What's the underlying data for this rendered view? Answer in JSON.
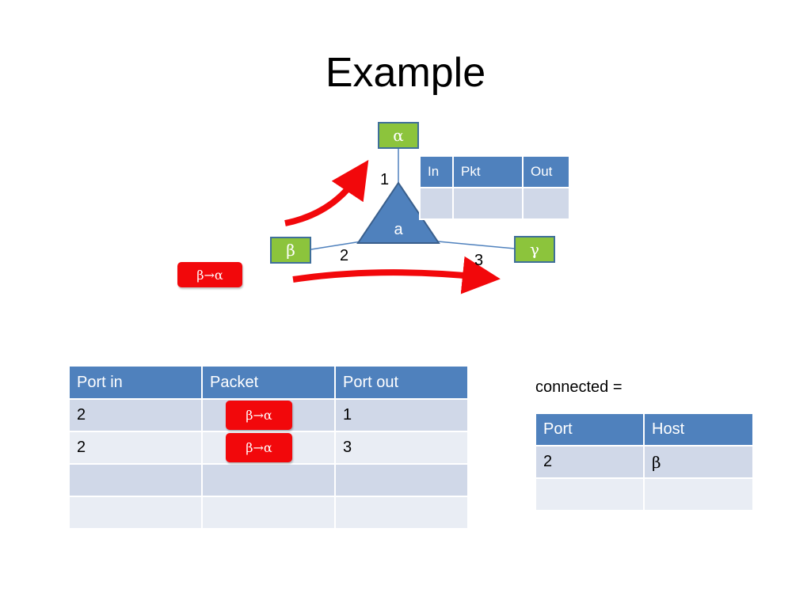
{
  "title": "Example",
  "switch": {
    "label": "a",
    "color": "#4f81bd"
  },
  "hosts": {
    "alpha": "α",
    "beta": "β",
    "gamma": "γ"
  },
  "ports": {
    "p1": "1",
    "p2": "2",
    "p3": "3"
  },
  "packet_label": "β→α",
  "switch_table": {
    "headers": [
      "In",
      "Pkt",
      "Out"
    ],
    "rows": [
      [
        "",
        "",
        ""
      ]
    ]
  },
  "flow_table": {
    "headers": [
      "Port in",
      "Packet",
      "Port out"
    ],
    "rows": [
      {
        "port_in": "2",
        "packet": "β→α",
        "port_out": "1"
      },
      {
        "port_in": "2",
        "packet": "β→α",
        "port_out": "3"
      },
      {
        "port_in": "",
        "packet": "",
        "port_out": ""
      },
      {
        "port_in": "",
        "packet": "",
        "port_out": ""
      }
    ]
  },
  "connected": {
    "caption": "connected =",
    "headers": [
      "Port",
      "Host"
    ],
    "rows": [
      [
        "2",
        "β"
      ],
      [
        "",
        ""
      ]
    ]
  },
  "colors": {
    "header": "#4f81bd",
    "row_odd": "#d0d8e8",
    "row_even": "#e9edf4",
    "host": "#8cc43c",
    "packet": "#f2080b"
  }
}
